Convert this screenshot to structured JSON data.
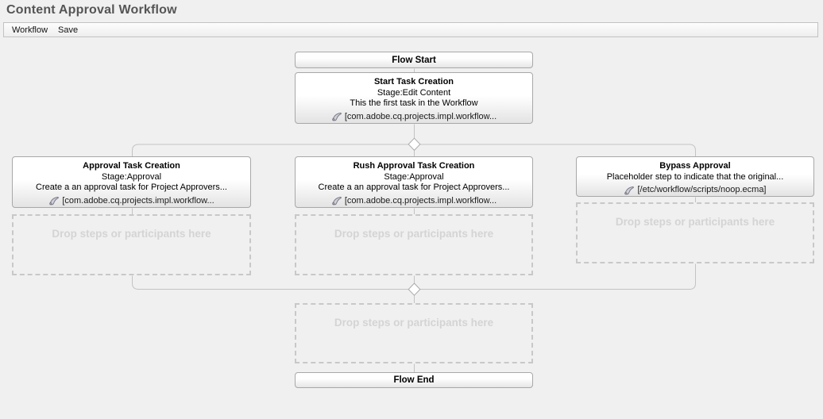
{
  "page": {
    "title": "Content Approval Workflow"
  },
  "toolbar": {
    "items": [
      {
        "label": "Workflow"
      },
      {
        "label": "Save"
      }
    ]
  },
  "workflow": {
    "flow_start_label": "Flow Start",
    "flow_end_label": "Flow End",
    "start_step": {
      "title": "Start Task Creation",
      "stage": "Stage:Edit Content",
      "description": "This the first task in the Workflow",
      "script": "[com.adobe.cq.projects.impl.workflow...",
      "icon": "script-scroll-icon"
    },
    "branches": [
      {
        "title": "Approval Task Creation",
        "stage": "Stage:Approval",
        "description": "Create a an approval task for Project Approvers...",
        "script": "[com.adobe.cq.projects.impl.workflow...",
        "icon": "script-scroll-icon",
        "dropzone_label": "Drop steps or participants here"
      },
      {
        "title": "Rush Approval Task Creation",
        "stage": "Stage:Approval",
        "description": "Create a an approval task for Project Approvers...",
        "script": "[com.adobe.cq.projects.impl.workflow...",
        "icon": "script-scroll-icon",
        "dropzone_label": "Drop steps or participants here"
      },
      {
        "title": "Bypass Approval",
        "description": "Placeholder step to indicate that the original...",
        "script": "[/etc/workflow/scripts/noop.ecma]",
        "icon": "script-scroll-icon",
        "dropzone_label": "Drop steps or participants here"
      }
    ],
    "merge_dropzone_label": "Drop steps or participants here"
  },
  "colors": {
    "page-bg": "#f0f0f0",
    "title-text": "#555555",
    "box-border": "#a8a8a8",
    "connector": "#c3c3c3",
    "diamond-border": "#ababab",
    "dropzone-border": "#c8c8c8",
    "dropzone-text": "#d4d4d4"
  }
}
